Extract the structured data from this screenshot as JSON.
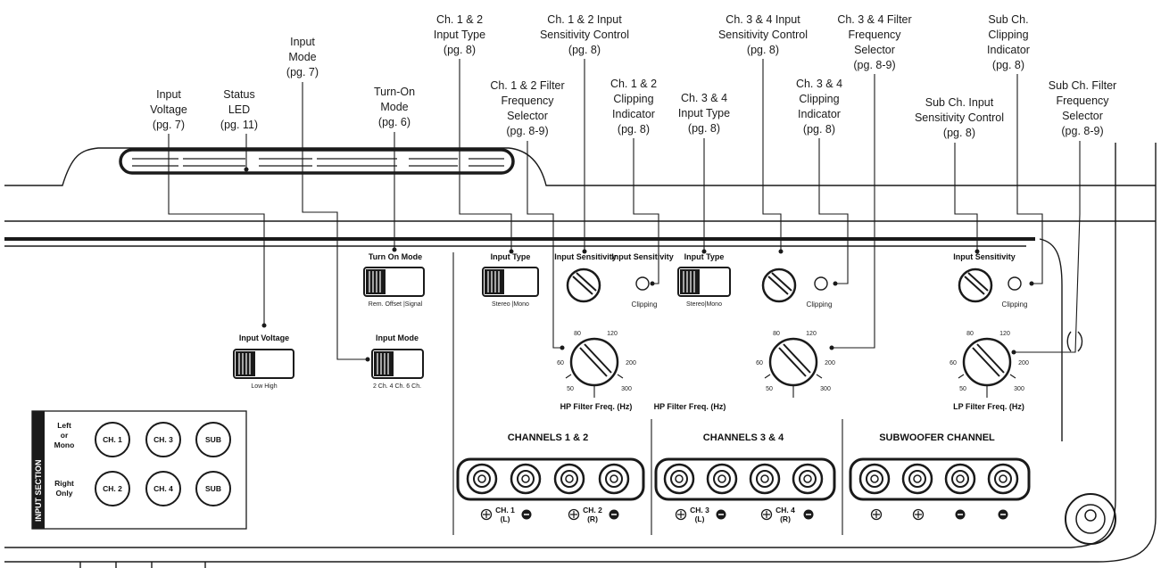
{
  "callouts": {
    "input_voltage": [
      "Input",
      "Voltage",
      "(pg. 7)"
    ],
    "status_led": [
      "Status",
      "LED",
      "(pg. 11)"
    ],
    "input_mode": [
      "Input",
      "Mode",
      "(pg. 7)"
    ],
    "turn_on_mode": [
      "Turn-On",
      "Mode",
      "(pg. 6)"
    ],
    "ch12_input_type": [
      "Ch. 1 & 2",
      "Input Type",
      "(pg. 8)"
    ],
    "ch12_filter": [
      "Ch. 1 & 2 Filter",
      "Frequency",
      "Selector",
      "(pg. 8-9)"
    ],
    "ch12_sensitivity": [
      "Ch. 1 & 2 Input",
      "Sensitivity Control",
      "(pg. 8)"
    ],
    "ch12_clipping": [
      "Ch. 1 & 2",
      "Clipping",
      "Indicator",
      "(pg. 8)"
    ],
    "ch34_input_type": [
      "Ch. 3 & 4",
      "Input Type",
      "(pg. 8)"
    ],
    "ch34_sensitivity": [
      "Ch. 3 & 4 Input",
      "Sensitivity Control",
      "(pg. 8)"
    ],
    "ch34_filter": [
      "Ch. 3 & 4 Filter",
      "Frequency",
      "Selector",
      "(pg. 8-9)"
    ],
    "ch34_clipping": [
      "Ch. 3 & 4",
      "Clipping",
      "Indicator",
      "(pg. 8)"
    ],
    "sub_sensitivity": [
      "Sub Ch. Input",
      "Sensitivity Control",
      "(pg. 8)"
    ],
    "sub_clipping": [
      "Sub Ch.",
      "Clipping",
      "Indicator",
      "(pg. 8)"
    ],
    "sub_filter": [
      "Sub Ch. Filter",
      "Frequency",
      "Selector",
      "(pg. 8-9)"
    ]
  },
  "panel": {
    "turn_on_mode": {
      "label": "Turn On Mode",
      "options": "Rem.  Offset  |Signal"
    },
    "input_voltage": {
      "label": "Input Voltage",
      "options": "Low  High"
    },
    "input_mode": {
      "label": "Input Mode",
      "options": "2 Ch.  4 Ch.  6 Ch."
    },
    "ch12": {
      "input_type": "Input Type",
      "input_type_options": "Stereo |Mono",
      "sensitivity": "Input Sensitivity",
      "clipping": "Clipping",
      "filter_label": "HP Filter Freq. (Hz)",
      "header": "CHANNELS 1 & 2",
      "jack_a": [
        "CH. 1",
        "(L)"
      ],
      "jack_b": [
        "CH. 2",
        "(R)"
      ]
    },
    "ch34": {
      "input_type": "Input Type",
      "input_type_options": "Stereo|Mono",
      "sensitivity": "Input Sensitivity",
      "clipping": "Clipping",
      "filter_label": "HP Filter Freq. (Hz)",
      "header": "CHANNELS 3 & 4",
      "jack_a": [
        "CH. 3",
        "(L)"
      ],
      "jack_b": [
        "CH. 4",
        "(R)"
      ]
    },
    "sub": {
      "sensitivity": "Input Sensitivity",
      "clipping": "Clipping",
      "filter_label": "LP Filter Freq. (Hz)",
      "header": "SUBWOOFER CHANNEL"
    },
    "dial_ticks": [
      "80",
      "120",
      "60",
      "200",
      "50",
      "300"
    ],
    "input_section": {
      "title": "INPUT SECTION",
      "row1_label": [
        "Left",
        "or",
        "Mono"
      ],
      "row2_label": [
        "Right",
        "Only"
      ],
      "row1_buttons": [
        "CH. 1",
        "CH. 3",
        "SUB"
      ],
      "row2_buttons": [
        "CH. 2",
        "CH. 4",
        "SUB"
      ]
    }
  }
}
